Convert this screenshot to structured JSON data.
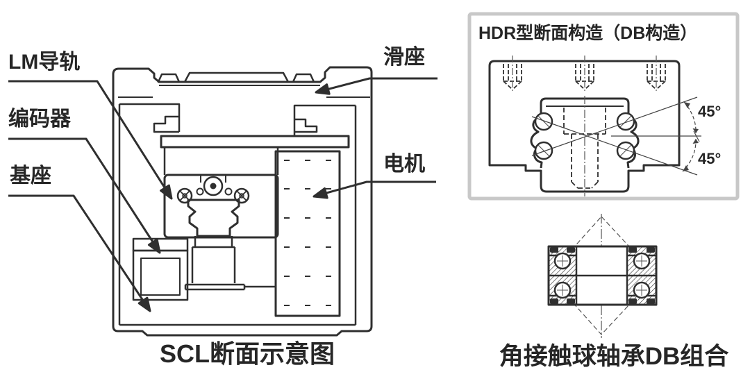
{
  "figure": {
    "background": "#ffffff",
    "line_color": "#2f2f2f",
    "thin_line_color": "#555555",
    "hdr_box_border_color": "#c8c8c8",
    "icons": {
      "leader_arrow": "filled-triangle-arrowhead",
      "angle_arc": "dashed-arc-with-arrowheads"
    }
  },
  "scl": {
    "caption": "SCL断面示意图",
    "labels": {
      "lm_guide": "LM导轨",
      "encoder": "编码器",
      "base": "基座",
      "carriage": "滑座",
      "motor": "电机"
    }
  },
  "hdr": {
    "title": "HDR型断面构造（DB构造）",
    "angle_upper": "45°",
    "angle_lower": "45°"
  },
  "bearing": {
    "caption": "角接触球轴承DB组合"
  }
}
